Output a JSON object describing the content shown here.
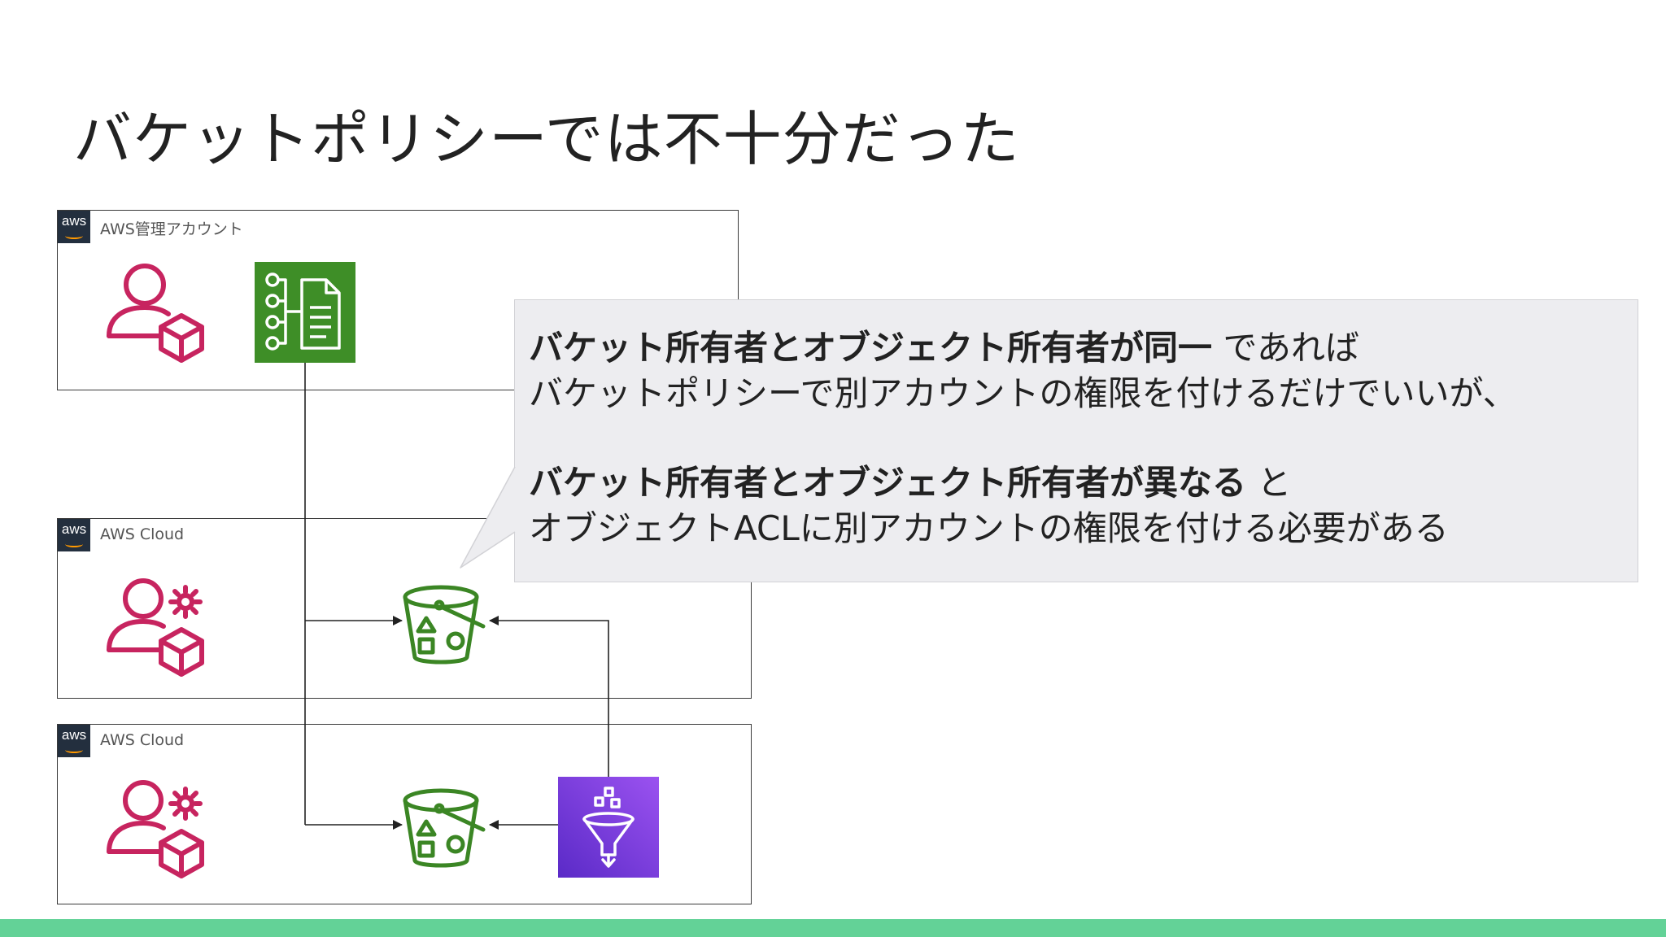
{
  "slide": {
    "title": "バケットポリシーでは不十分だった"
  },
  "accounts": [
    {
      "badge": "aws",
      "label": "AWS管理アカウント"
    },
    {
      "badge": "aws",
      "label": "AWS Cloud"
    },
    {
      "badge": "aws",
      "label": "AWS Cloud"
    }
  ],
  "icons": {
    "admin_user": "user-with-cube-icon",
    "org_policy": "organizations-policy-icon",
    "member_user": "user-with-gear-and-cube-icon",
    "s3_bucket": "s3-bucket-icon",
    "glue": "glue-funnel-icon"
  },
  "callout": {
    "paragraph1": {
      "bold": "バケット所有者とオブジェクト所有者が同一",
      "normal": " であれば",
      "line2": "バケットポリシーで別アカウントの権限を付けるだけでいいが、"
    },
    "paragraph2": {
      "bold": "バケット所有者とオブジェクト所有者が異なる",
      "normal": " と",
      "line2": "オブジェクトACLに別アカウントの権限を付ける必要がある"
    }
  },
  "colors": {
    "user_icon": "#c7245f",
    "policy_bg": "#3e8e27",
    "bucket_stroke": "#3b8624",
    "glue_bg": "#7b3fe0",
    "bottom_bar": "#63d297",
    "callout_bg": "#ededf0"
  }
}
